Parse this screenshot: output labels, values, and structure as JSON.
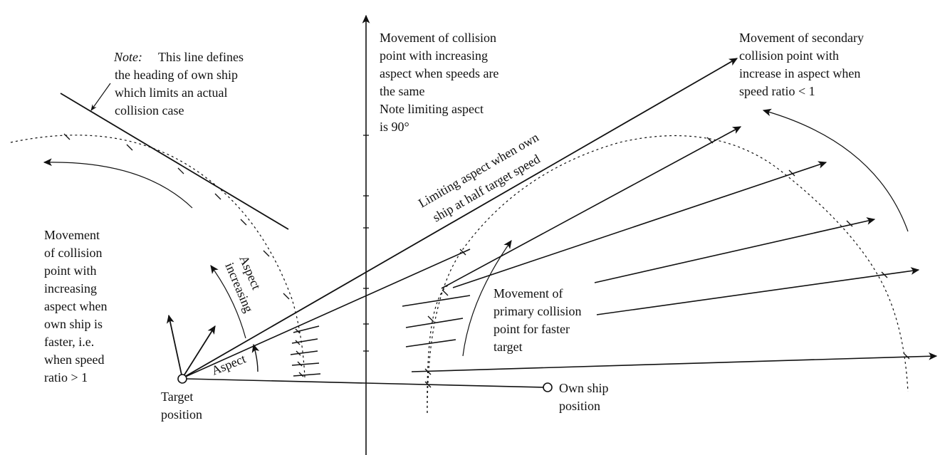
{
  "labels": {
    "note_prefix": "Note:",
    "note_line1": "This line defines",
    "note_line2": "the heading of own ship",
    "note_line3": "which limits an actual",
    "note_line4": "collision case",
    "center_line1": "Movement of collision",
    "center_line2": "point with increasing",
    "center_line3": "aspect when speeds are",
    "center_line4": "the same",
    "center_line5": "Note limiting aspect",
    "center_line6": "is 90°",
    "secondary_line1": "Movement of secondary",
    "secondary_line2": "collision point with",
    "secondary_line3": "increase in aspect when",
    "secondary_line4": "speed ratio < 1",
    "limiting_line1": "Limiting aspect when own",
    "limiting_line2": "ship at half target speed",
    "left_line1": "Movement",
    "left_line2": "of collision",
    "left_line3": "point with",
    "left_line4": "increasing",
    "left_line5": "aspect when",
    "left_line6": "own ship is",
    "left_line7": "faster, i.e.",
    "left_line8": "when speed",
    "left_line9": "ratio > 1",
    "aspect_increasing_line1": "Aspect",
    "aspect_increasing_line2": "increasing",
    "aspect": "Aspect",
    "primary_line1": "Movement of",
    "primary_line2": "primary collision",
    "primary_line3": "point for faster",
    "primary_line4": "target",
    "target_line1": "Target",
    "target_line2": "position",
    "own_line1": "Own ship",
    "own_line2": "position"
  }
}
